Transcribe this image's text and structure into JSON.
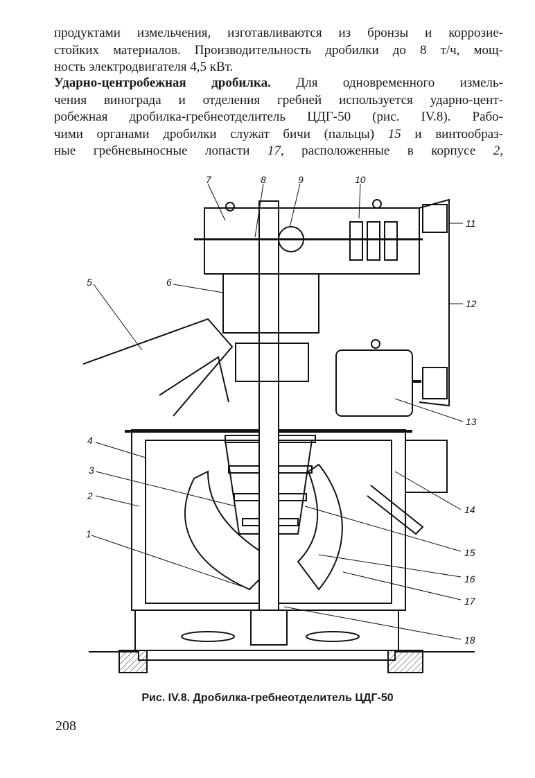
{
  "text": {
    "p1": [
      "продуктами измельчения, изготавливаются из бронзы и коррозие-",
      "стойких материалов. Производительность дробилки до 8 т/ч, мощ-",
      "ность электродвигателя 4,5 кВт."
    ],
    "p2_heading": "Ударно-центробежная дробилка.",
    "p2_first": " Для одновременного измель-",
    "p2_lines": [
      "чения винограда и отделения гребней используется ударно-цент-",
      "робежная дробилка-гребнеотделитель ЦДГ-50 (рис. IV.8). Рабо-",
      "чими органами дробилки служат бичи (пальцы)"
    ],
    "p2_l4_num": "15",
    "p2_l4_rest": " и винтообраз-",
    "p2_l5_a": "ные гребневыносные лопасти ",
    "p2_l5_num": "17",
    "p2_l5_b": ", расположенные в корпусе ",
    "p2_l5_num2": "2",
    "p2_l5_c": ","
  },
  "figure": {
    "caption": "Рис. IV.8. Дробилка-гребнеотделитель ЦДГ-50",
    "callouts": [
      "1",
      "2",
      "3",
      "4",
      "5",
      "6",
      "7",
      "8",
      "9",
      "10",
      "11",
      "12",
      "13",
      "14",
      "15",
      "16",
      "17",
      "18"
    ]
  },
  "page_number": "208"
}
